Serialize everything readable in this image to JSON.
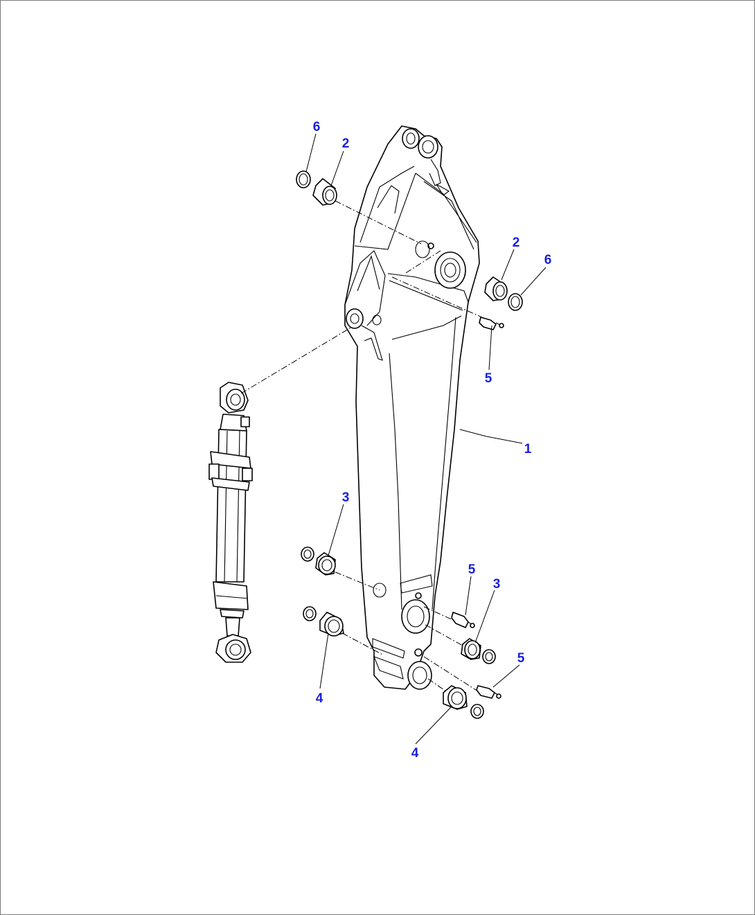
{
  "diagram": {
    "callouts": [
      {
        "id": "c6a",
        "label": "6"
      },
      {
        "id": "c2a",
        "label": "2"
      },
      {
        "id": "c2b",
        "label": "2"
      },
      {
        "id": "c6b",
        "label": "6"
      },
      {
        "id": "c5a",
        "label": "5"
      },
      {
        "id": "c1",
        "label": "1"
      },
      {
        "id": "c3a",
        "label": "3"
      },
      {
        "id": "c5b",
        "label": "5"
      },
      {
        "id": "c3b",
        "label": "3"
      },
      {
        "id": "c5c",
        "label": "5"
      },
      {
        "id": "c4a",
        "label": "4"
      },
      {
        "id": "c4b",
        "label": "4"
      }
    ]
  }
}
